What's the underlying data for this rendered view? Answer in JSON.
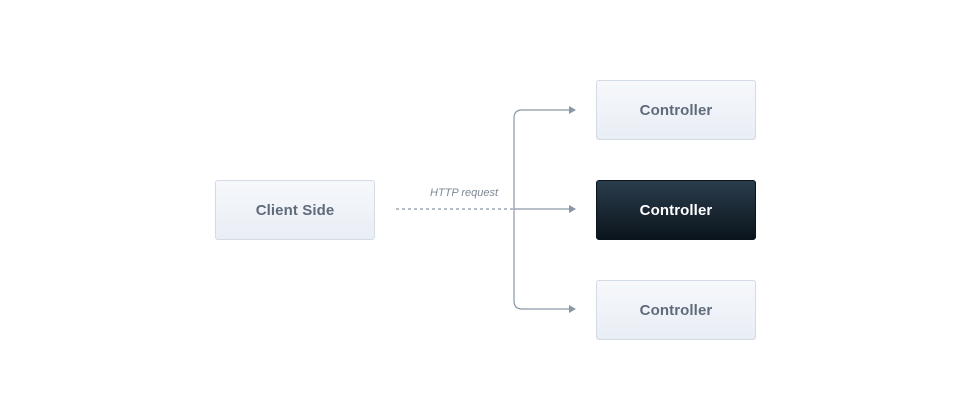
{
  "diagram": {
    "client": {
      "label": "Client Side"
    },
    "request_label": "HTTP request",
    "controllers": [
      {
        "label": "Controller",
        "highlighted": false
      },
      {
        "label": "Controller",
        "highlighted": true
      },
      {
        "label": "Controller",
        "highlighted": false
      }
    ]
  },
  "colors": {
    "line": "#8a96a6",
    "node_text": "#5f6b7a",
    "highlight_bg": "#13222e"
  }
}
